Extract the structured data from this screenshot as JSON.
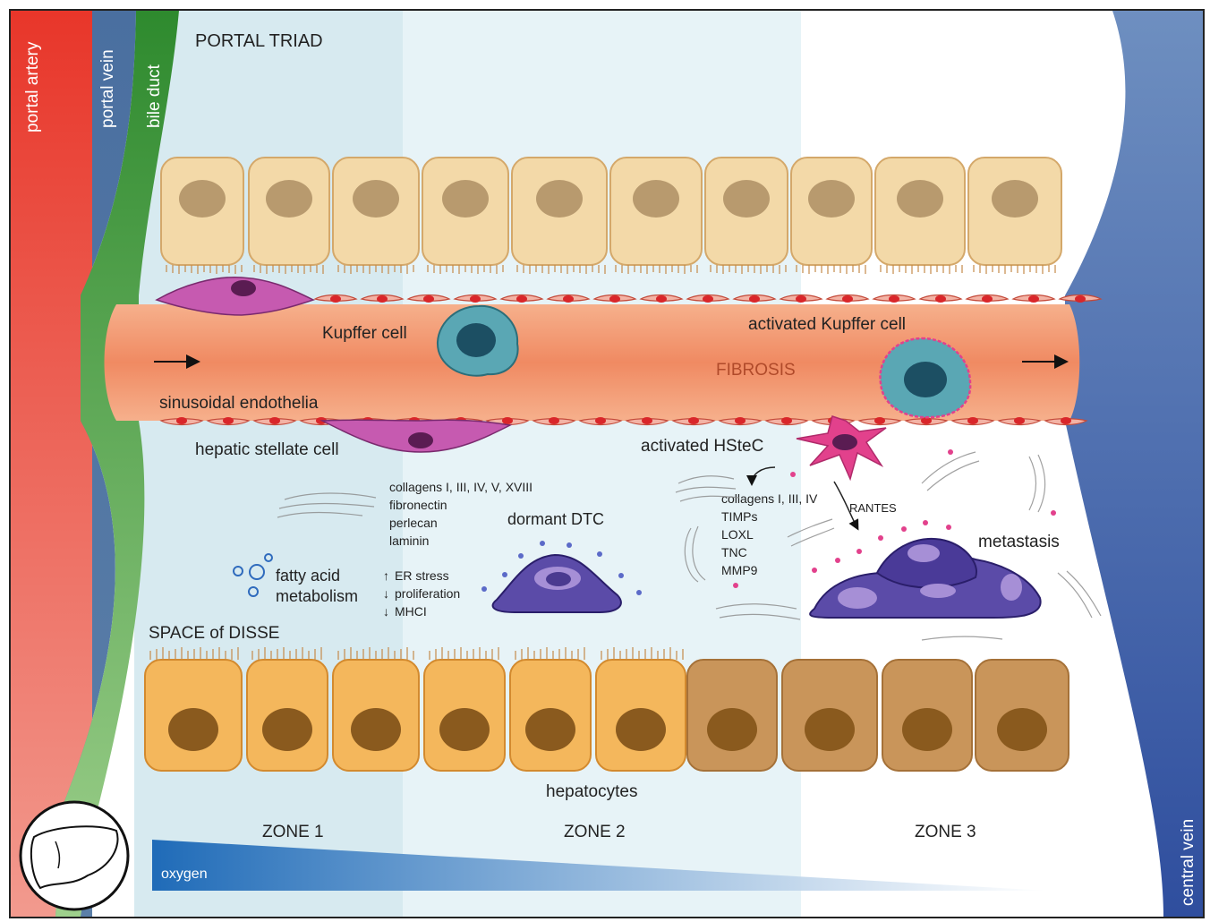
{
  "labels": {
    "portal_artery": "portal artery",
    "portal_vein": "portal vein",
    "bile_duct": "bile duct",
    "portal_triad": "PORTAL TRIAD",
    "kupffer_cell": "Kupffer cell",
    "activated_kupffer_cell": "activated Kupffer cell",
    "fibrosis": "FIBROSIS",
    "sinusoidal_endothelia": "sinusoidal endothelia",
    "hepatic_stellate_cell": "hepatic stellate cell",
    "activated_hstec": "activated HSteC",
    "dormant_dtc": "dormant DTC",
    "metastasis": "metastasis",
    "fatty_acid_1": "fatty acid",
    "fatty_acid_2": "metabolism",
    "space_of_disse": "SPACE of DISSE",
    "hepatocytes": "hepatocytes",
    "zone1": "ZONE 1",
    "zone2": "ZONE 2",
    "zone3": "ZONE 3",
    "oxygen": "oxygen",
    "central_vein": "central vein",
    "rantes": "RANTES"
  },
  "ecm_list": [
    "collagens I, III, IV, V, XVIII",
    "fibronectin",
    "perlecan",
    "laminin"
  ],
  "dtc_effects": [
    "ER stress",
    "proliferation",
    "MHCI"
  ],
  "dtc_effect_arrows": [
    "↑",
    "↓",
    "↓"
  ],
  "activated_secreted": [
    "collagens I, III, IV",
    "TIMPs",
    "LOXL",
    "TNC",
    "MMP9"
  ],
  "colors": {
    "portal_artery": "#e8362a",
    "portal_vein": "#5b7fa8",
    "bile_duct": "#3f9a3c",
    "sinusoid": "#f08a62",
    "hepatocyte_top": "#f3d9a8",
    "hepatocyte_bottom": "#f4b75c",
    "hepatocyte_zone3": "#c9955a",
    "nucleus": "#8a5a1e",
    "kupffer": "#5aa7b4",
    "stellate": "#c65ab0",
    "activated_stellate": "#e2418c",
    "tumor": "#5b4ba8",
    "central_vein": "#3f5ea8",
    "oxygen": "#1f6bb8"
  }
}
